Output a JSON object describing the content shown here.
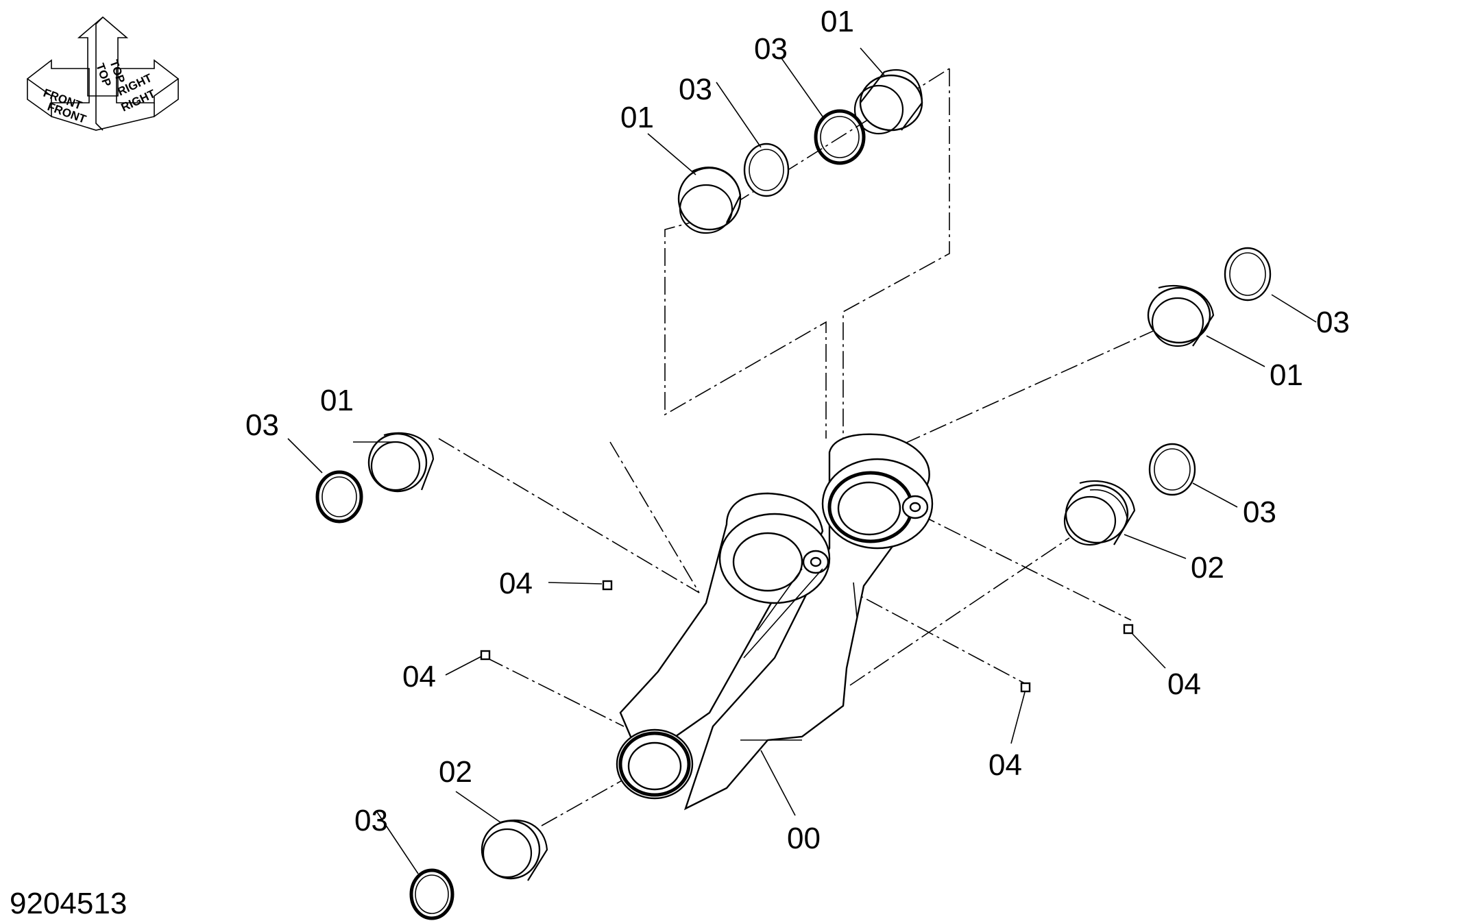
{
  "reference_number": "9204513",
  "orientation": {
    "front": "FRONT",
    "top": "TOP",
    "right": "RIGHT"
  },
  "callouts": [
    {
      "id": "c01-top",
      "text": "01"
    },
    {
      "id": "c03-top",
      "text": "03"
    },
    {
      "id": "c03-upper-mid",
      "text": "03"
    },
    {
      "id": "c01-upper-left",
      "text": "01"
    },
    {
      "id": "c03-right-top",
      "text": "03"
    },
    {
      "id": "c01-right",
      "text": "01"
    },
    {
      "id": "c01-left",
      "text": "01"
    },
    {
      "id": "c03-left",
      "text": "03"
    },
    {
      "id": "c03-right-mid",
      "text": "03"
    },
    {
      "id": "c02-right",
      "text": "02"
    },
    {
      "id": "c04-left-upper",
      "text": "04"
    },
    {
      "id": "c04-left-lower",
      "text": "04"
    },
    {
      "id": "c04-right",
      "text": "04"
    },
    {
      "id": "c04-center",
      "text": "04"
    },
    {
      "id": "c02-lower",
      "text": "02"
    },
    {
      "id": "c03-lower",
      "text": "03"
    },
    {
      "id": "c00-body",
      "text": "00"
    }
  ]
}
